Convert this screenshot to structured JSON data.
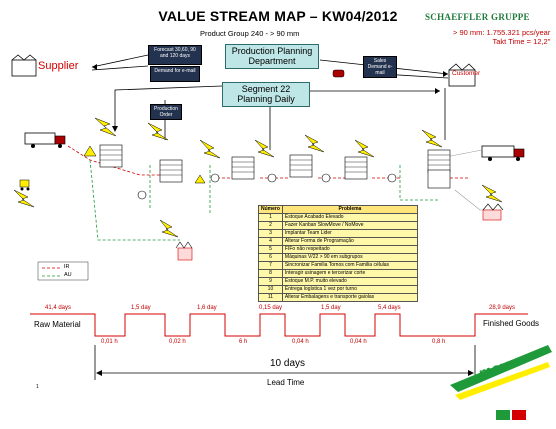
{
  "title": "VALUE STREAM MAP – KW04/2012",
  "brand": "SCHAEFFLER GRUPPE",
  "subtitle": "Product Group 240 - > 90 mm",
  "demand": {
    "line1": "> 90 mm: 1.755.321 pcs/year",
    "line2": "Takt Time = 12,2\""
  },
  "boxes": {
    "production_planning": "Production Planning Department",
    "segment": "Segment 22 Planning Daily",
    "forecast": "Forecast 30,60, 90 and 120 days",
    "demand_email": "Demand for e-mail",
    "production_order": "Production Order",
    "sales_email": "Sales Demand e-mail"
  },
  "entities": {
    "supplier": "Supplier",
    "customer": "Customer"
  },
  "legend": {
    "ir": "IR",
    "au": "AU"
  },
  "problems": {
    "head_num": "Número",
    "head_prob": "Problema",
    "rows": [
      {
        "n": "1",
        "t": "Estoque Acabado Elevado"
      },
      {
        "n": "2",
        "t": "Fazer Kanban SlowMove / NoMove"
      },
      {
        "n": "3",
        "t": "Implantar Team Lider"
      },
      {
        "n": "4",
        "t": "Alterar Forma de Programação"
      },
      {
        "n": "5",
        "t": "FIFo não respeitado"
      },
      {
        "n": "6",
        "t": "Máquinas V/22 > 90 em subgrupos"
      },
      {
        "n": "7",
        "t": "Sincronizar Familia Tornos com Familia células"
      },
      {
        "n": "8",
        "t": "Interagir usinagem e tercerizar corte"
      },
      {
        "n": "9",
        "t": "Estoque M.P. muito elevado"
      },
      {
        "n": "10",
        "t": "Entrega logística 1 vez por turno"
      },
      {
        "n": "11",
        "t": "Alterar Embalagens e transporte gaiolas"
      }
    ]
  },
  "timeline": {
    "raw_material": "Raw Material",
    "finished_goods": "Finished Goods",
    "wait_labels": [
      "41,4 days",
      "1,5 day",
      "1,6 day",
      "0,15 day",
      "1,5 day",
      "5,4 days",
      "28,9 days"
    ],
    "process_labels": [
      "0,01 h",
      "0,02 h",
      "6 h",
      "0,04 h",
      "0,04 h",
      "0,8 h"
    ],
    "total": "10 days",
    "lead_time": "Lead Time"
  },
  "page_number": "1",
  "logo": "move",
  "colors": {
    "teal": "#bfe6e6",
    "red": "#d40000",
    "yellow": "#ffee00",
    "green": "#1f9a3a"
  }
}
